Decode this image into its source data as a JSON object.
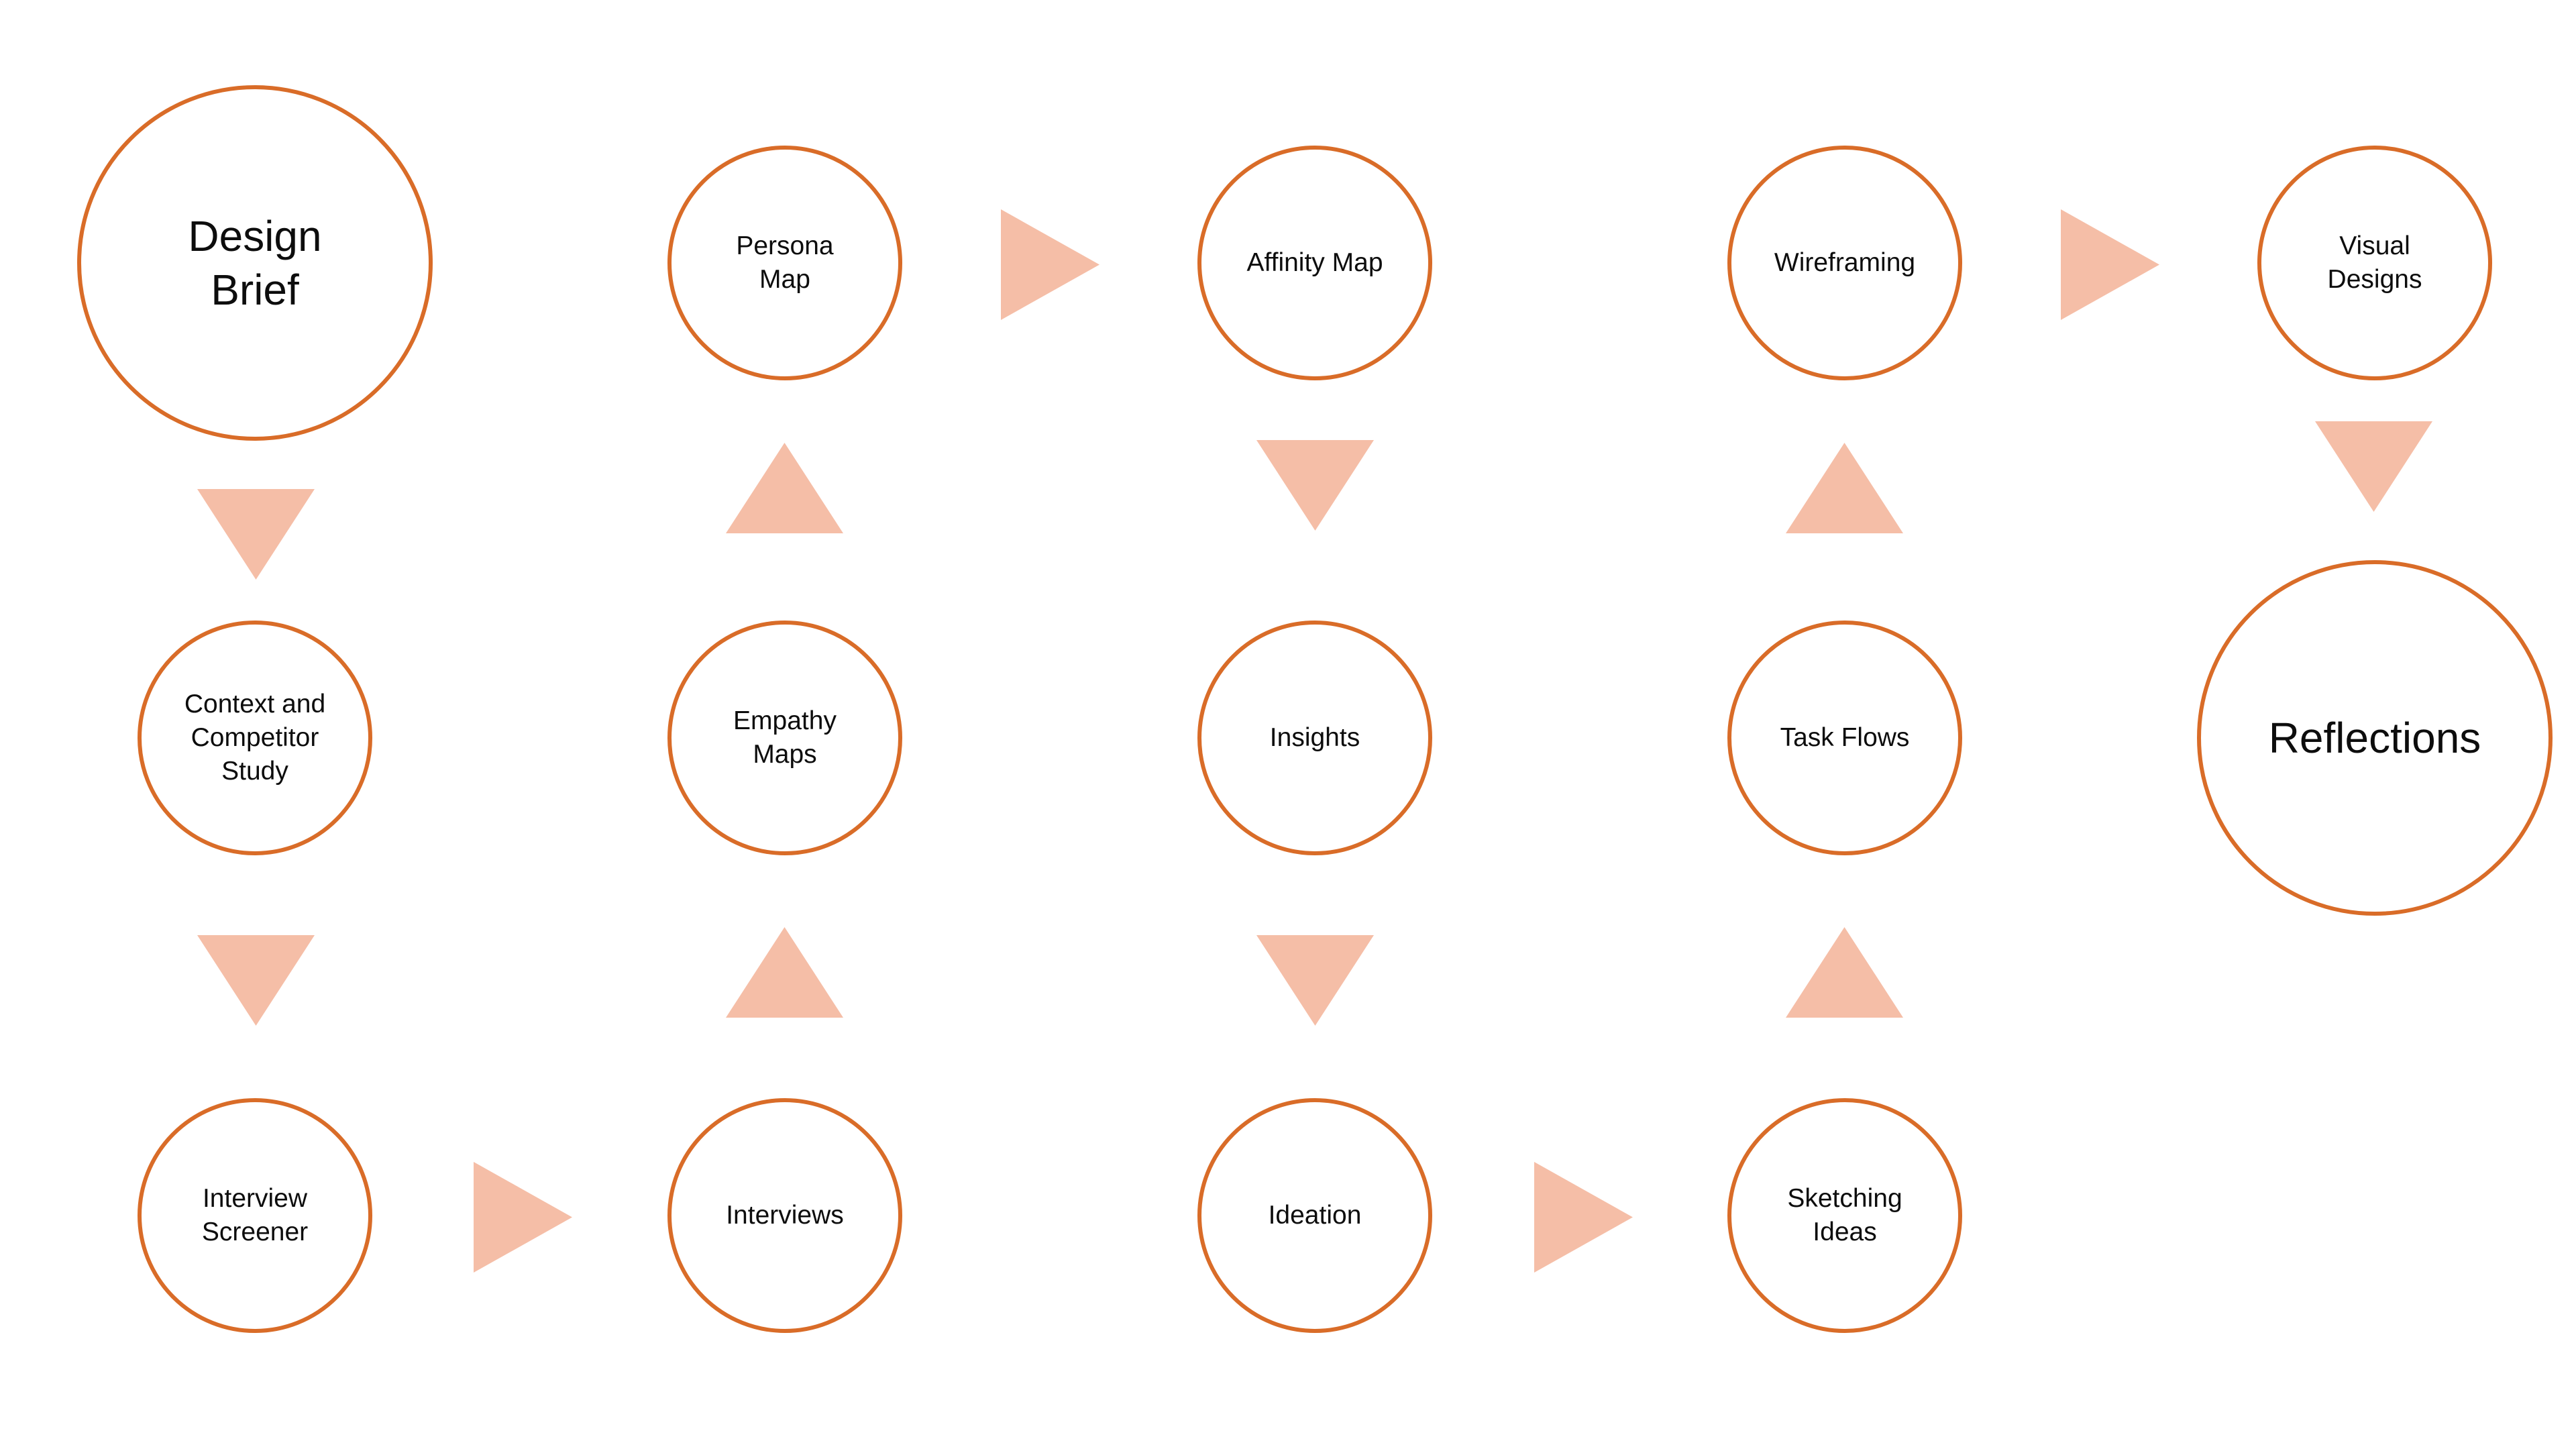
{
  "diagram": {
    "type": "design-process-flow",
    "colors": {
      "circle_border": "#D96C28",
      "arrow_fill": "#F5BEA7",
      "text_color": "#0D0D0D",
      "background": "#FFFFFF"
    },
    "nodes": {
      "design_brief": {
        "label": "Design\nBrief",
        "emphasis": "large"
      },
      "persona_map": {
        "label": "Persona\nMap",
        "emphasis": "normal"
      },
      "affinity_map": {
        "label": "Affinity Map",
        "emphasis": "normal"
      },
      "wireframing": {
        "label": "Wireframing",
        "emphasis": "normal"
      },
      "visual_designs": {
        "label": "Visual\nDesigns",
        "emphasis": "normal"
      },
      "context_and_competitor_study": {
        "label": "Context and\nCompetitor\nStudy",
        "emphasis": "normal"
      },
      "empathy_maps": {
        "label": "Empathy\nMaps",
        "emphasis": "normal"
      },
      "insights": {
        "label": "Insights",
        "emphasis": "normal"
      },
      "task_flows": {
        "label": "Task Flows",
        "emphasis": "normal"
      },
      "reflections": {
        "label": "Reflections",
        "emphasis": "large"
      },
      "interview_screener": {
        "label": "Interview\nScreener",
        "emphasis": "normal"
      },
      "interviews": {
        "label": "Interviews",
        "emphasis": "normal"
      },
      "ideation": {
        "label": "Ideation",
        "emphasis": "normal"
      },
      "sketching_ideas": {
        "label": "Sketching\nIdeas",
        "emphasis": "normal"
      }
    },
    "arrows": [
      {
        "from": "design_brief",
        "to": "context_and_competitor_study",
        "direction": "down"
      },
      {
        "from": "context_and_competitor_study",
        "to": "interview_screener",
        "direction": "down"
      },
      {
        "from": "interview_screener",
        "to": "interviews",
        "direction": "right"
      },
      {
        "from": "interviews",
        "to": "empathy_maps",
        "direction": "up"
      },
      {
        "from": "empathy_maps",
        "to": "persona_map",
        "direction": "up"
      },
      {
        "from": "persona_map",
        "to": "affinity_map",
        "direction": "right"
      },
      {
        "from": "affinity_map",
        "to": "insights",
        "direction": "down"
      },
      {
        "from": "insights",
        "to": "ideation",
        "direction": "down"
      },
      {
        "from": "ideation",
        "to": "sketching_ideas",
        "direction": "right"
      },
      {
        "from": "sketching_ideas",
        "to": "task_flows",
        "direction": "up"
      },
      {
        "from": "task_flows",
        "to": "wireframing",
        "direction": "up"
      },
      {
        "from": "wireframing",
        "to": "visual_designs",
        "direction": "right"
      },
      {
        "from": "visual_designs",
        "to": "reflections",
        "direction": "down"
      }
    ]
  }
}
